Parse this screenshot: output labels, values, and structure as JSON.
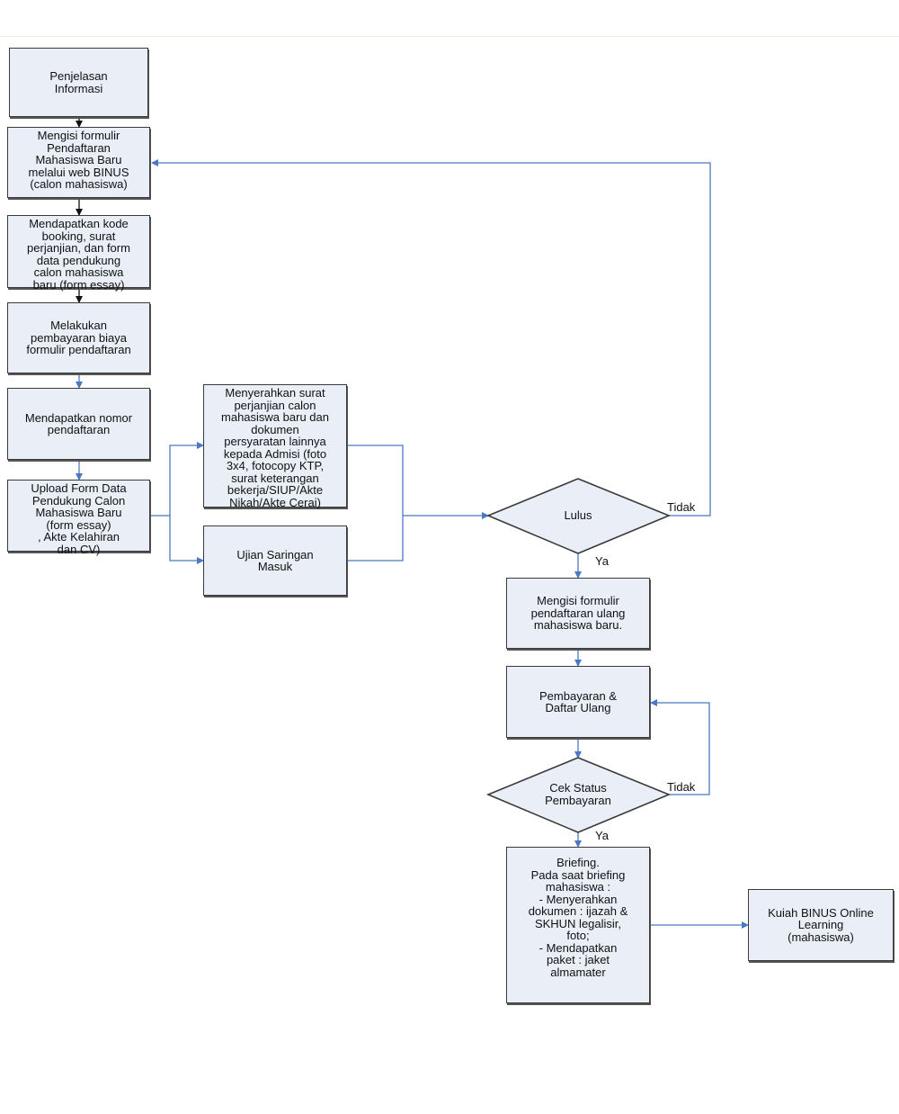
{
  "nodes": {
    "penjelasan": "Penjelasan\nInformasi",
    "mengisi_formulir": "Mengisi formulir\nPendaftaran\nMahasiswa Baru\nmelalui web BINUS\n(calon mahasiswa)",
    "kode_booking": "Mendapatkan kode\nbooking, surat\nperjanjian, dan form\ndata pendukung\ncalon mahasiswa\nbaru (form essay)",
    "pembayaran_formulir": "Melakukan\npembayaran biaya\nformulir pendaftaran",
    "nomor_pendaftaran": "Mendapatkan nomor\npendaftaran",
    "upload_form": "Upload Form Data\nPendukung Calon\nMahasiswa Baru\n(form essay)\n, Akte Kelahiran\ndan CV)",
    "menyerahkan_surat": "Menyerahkan surat\nperjanjian calon\nmahasiswa baru dan\ndokumen\npersyaratan lainnya\nkepada Admisi (foto\n3x4, fotocopy KTP,\nsurat keterangan\nbekerja/SIUP/Akte\nNikah/Akte Cerai)",
    "ujian_saringan": "Ujian Saringan\nMasuk",
    "lulus": "Lulus",
    "daftar_ulang_form": "Mengisi formulir\npendaftaran ulang\nmahasiswa baru.",
    "pembayaran_daftar_ulang": "Pembayaran &\nDaftar Ulang",
    "cek_status": "Cek Status\nPembayaran",
    "briefing": "Briefing.\nPada saat briefing\nmahasiswa :\n- Menyerahkan\ndokumen : ijazah &\nSKHUN legalisir,\nfoto;\n- Mendapatkan\npaket : jaket\nalmamater",
    "kuliah": "Kuiah BINUS Online\nLearning\n(mahasiswa)"
  },
  "edge_labels": {
    "lulus_tidak": "Tidak",
    "lulus_ya": "Ya",
    "cek_tidak": "Tidak",
    "cek_ya": "Ya"
  },
  "colors": {
    "box_fill": "#e9eef7",
    "box_border": "#3a3a3a",
    "connector_blue": "#4a78c2",
    "connector_black": "#111111"
  }
}
